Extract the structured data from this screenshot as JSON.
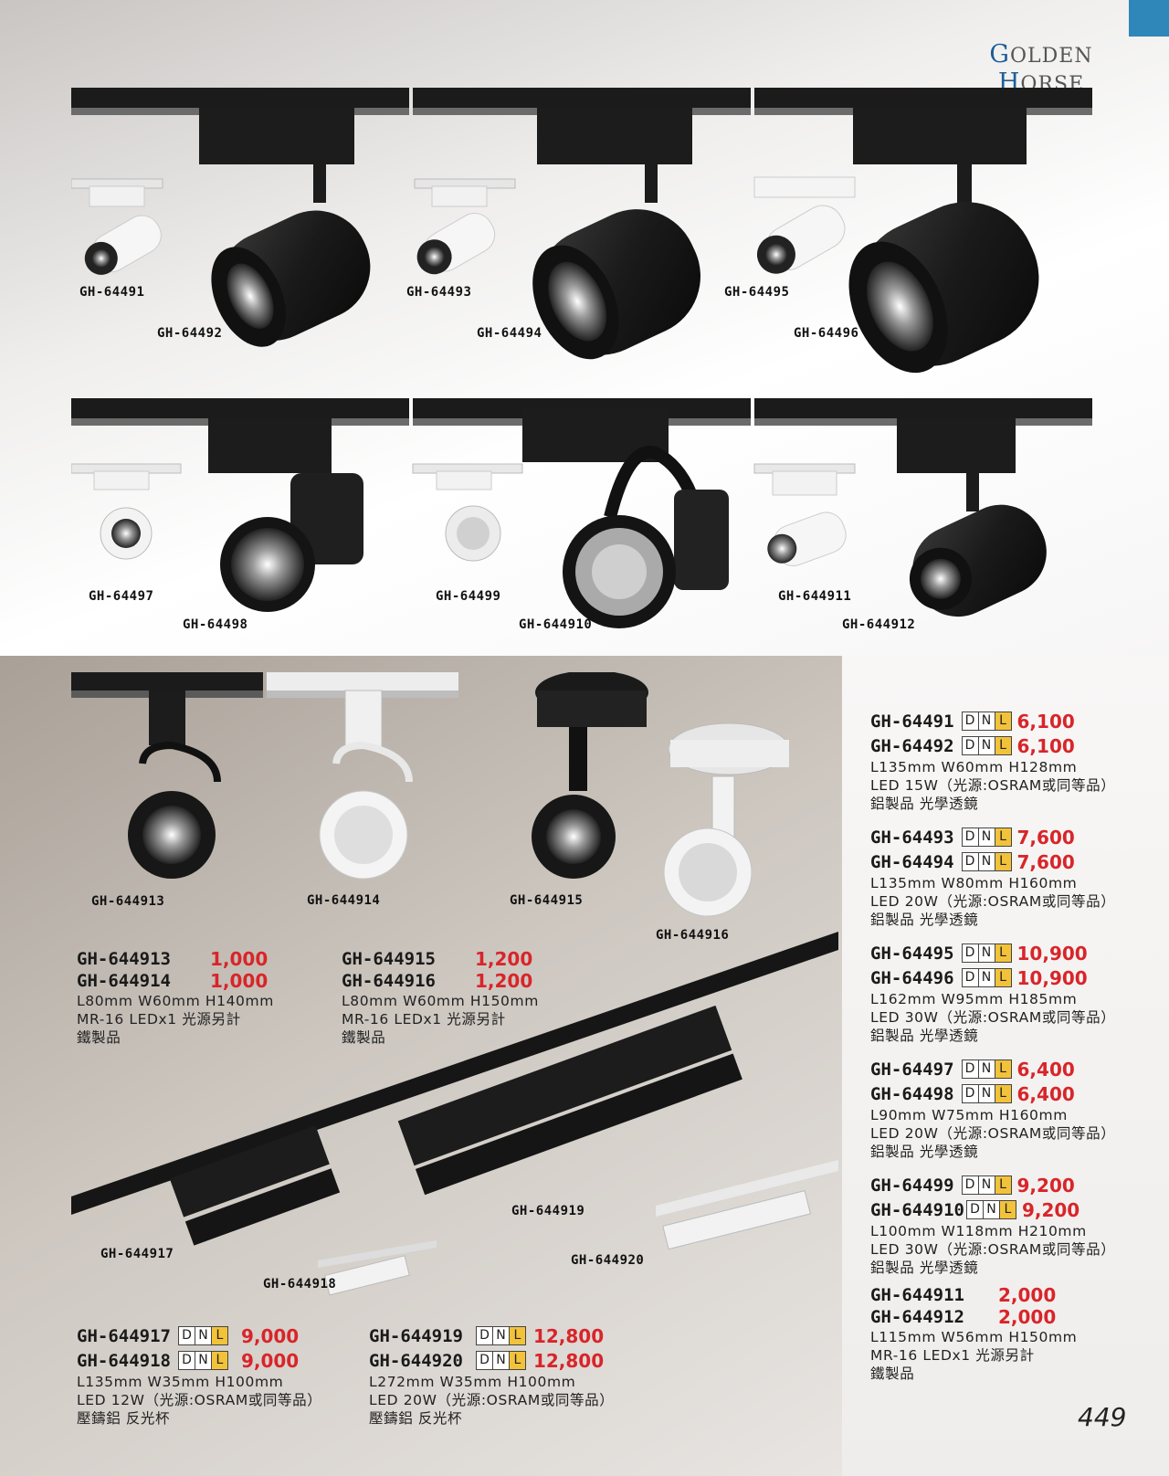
{
  "brand": {
    "title_g": "G",
    "title_rest1": "OLDEN ",
    "title_h": "H",
    "title_rest2": "ORSE",
    "subtitle": "Lighting"
  },
  "photo_labels": {
    "p1": "GH-64491",
    "p2": "GH-64492",
    "p3": "GH-64493",
    "p4": "GH-64494",
    "p5": "GH-64495",
    "p6": "GH-64496",
    "p7": "GH-64497",
    "p8": "GH-64498",
    "p9": "GH-64499",
    "p10": "GH-644910",
    "p11": "GH-644911",
    "p12": "GH-644912",
    "p13": "GH-644913",
    "p14": "GH-644914",
    "p15": "GH-644915",
    "p16": "GH-644916",
    "p17": "GH-644917",
    "p18": "GH-644918",
    "p19": "GH-644919",
    "p20": "GH-644920"
  },
  "badge_letters": {
    "d": "D",
    "n": "N",
    "l": "L"
  },
  "specs": {
    "s1": {
      "code_a": "GH-64491",
      "price_a": "6,100",
      "code_b": "GH-64492",
      "price_b": "6,100",
      "l1": "L135mm  W60mm  H128mm",
      "l2": "LED 15W（光源:OSRAM或同等品）",
      "l3": "鋁製品  光學透鏡"
    },
    "s2": {
      "code_a": "GH-64493",
      "price_a": "7,600",
      "code_b": "GH-64494",
      "price_b": "7,600",
      "l1": "L135mm  W80mm  H160mm",
      "l2": "LED 20W（光源:OSRAM或同等品）",
      "l3": "鋁製品  光學透鏡"
    },
    "s3": {
      "code_a": "GH-64495",
      "price_a": "10,900",
      "code_b": "GH-64496",
      "price_b": "10,900",
      "l1": "L162mm  W95mm  H185mm",
      "l2": "LED 30W（光源:OSRAM或同等品）",
      "l3": "鋁製品  光學透鏡"
    },
    "s4": {
      "code_a": "GH-64497",
      "price_a": "6,400",
      "code_b": "GH-64498",
      "price_b": "6,400",
      "l1": "L90mm  W75mm  H160mm",
      "l2": "LED 20W（光源:OSRAM或同等品）",
      "l3": "鋁製品  光學透鏡"
    },
    "s5": {
      "code_a": "GH-64499",
      "price_a": "9,200",
      "code_b": "GH-644910",
      "price_b": "9,200",
      "l1": "L100mm  W118mm  H210mm",
      "l2": "LED 30W（光源:OSRAM或同等品）",
      "l3": "鋁製品  光學透鏡"
    },
    "s6": {
      "code_a": "GH-644911",
      "price_a": "2,000",
      "code_b": "GH-644912",
      "price_b": "2,000",
      "l1": "L115mm  W56mm  H150mm",
      "l2": "MR-16 LEDx1 光源另計",
      "l3": "鐵製品"
    },
    "s7": {
      "code_a": "GH-644913",
      "price_a": "1,000",
      "code_b": "GH-644914",
      "price_b": "1,000",
      "l1": "L80mm  W60mm  H140mm",
      "l2": "MR-16 LEDx1 光源另計",
      "l3": "鐵製品"
    },
    "s8": {
      "code_a": "GH-644915",
      "price_a": "1,200",
      "code_b": "GH-644916",
      "price_b": "1,200",
      "l1": "L80mm  W60mm  H150mm",
      "l2": "MR-16 LEDx1 光源另計",
      "l3": "鐵製品"
    },
    "s9": {
      "code_a": "GH-644917",
      "price_a": "9,000",
      "code_b": "GH-644918",
      "price_b": "9,000",
      "l1": "L135mm  W35mm  H100mm",
      "l2": "LED 12W（光源:OSRAM或同等品）",
      "l3": "壓鑄鋁  反光杯"
    },
    "s10": {
      "code_a": "GH-644919",
      "price_a": "12,800",
      "code_b": "GH-644920",
      "price_b": "12,800",
      "l1": "L272mm  W35mm  H100mm",
      "l2": "LED 20W（光源:OSRAM或同等品）",
      "l3": "壓鑄鋁  反光杯"
    }
  },
  "page_number": "449",
  "colors": {
    "accent_blue": "#2f86b8",
    "price_red": "#d8252a",
    "badge_yellow": "#f2c33a"
  }
}
